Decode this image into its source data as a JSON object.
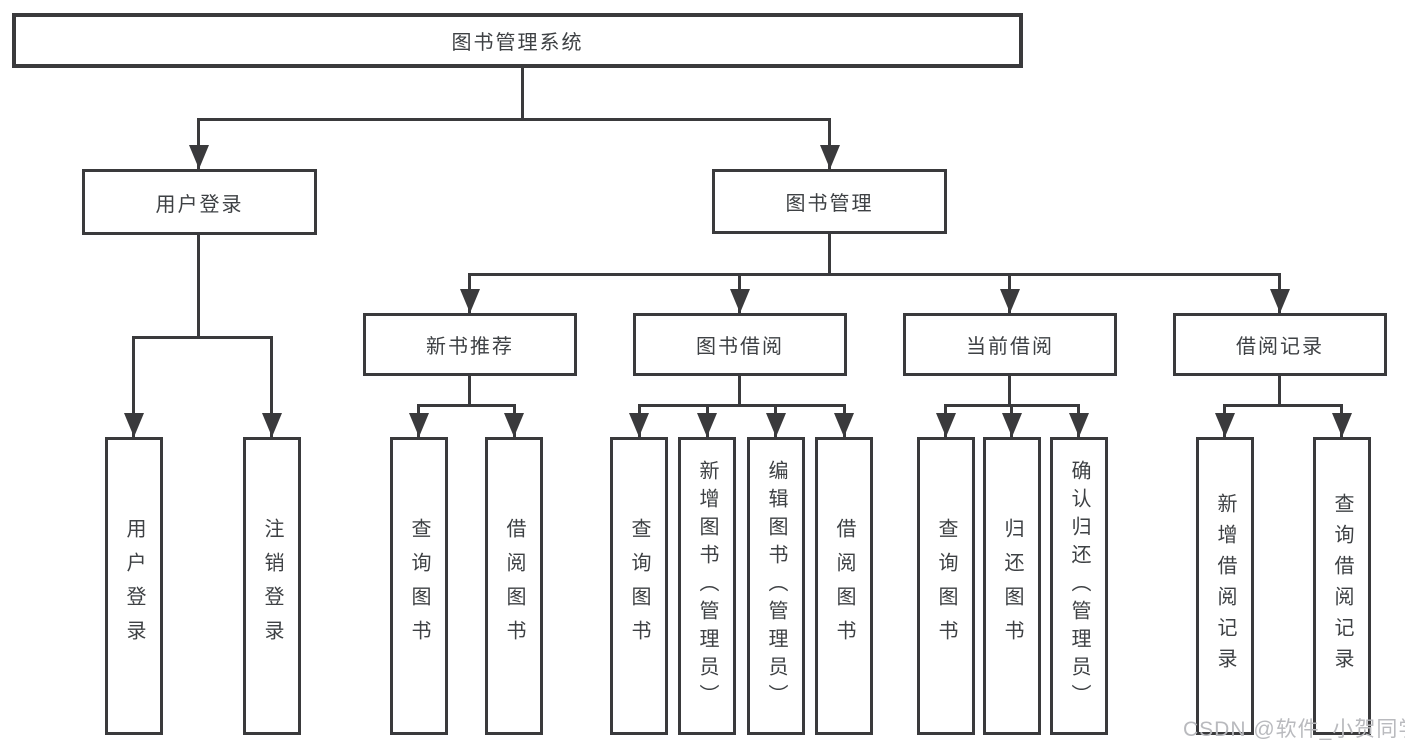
{
  "watermark": "CSDN @软件_小贺同学",
  "colors": {
    "stroke": "#3a3a3c",
    "text": "#3e4144",
    "watermark": "#b9babe",
    "background": "#ffffff"
  },
  "tree": {
    "root": {
      "label": "图书管理系统"
    },
    "children": [
      {
        "label": "用户登录",
        "children": [
          {
            "label": "用户登录"
          },
          {
            "label": "注销登录"
          }
        ]
      },
      {
        "label": "图书管理",
        "children": [
          {
            "label": "新书推荐",
            "children": [
              {
                "label": "查询图书"
              },
              {
                "label": "借阅图书"
              }
            ]
          },
          {
            "label": "图书借阅",
            "children": [
              {
                "label": "查询图书"
              },
              {
                "label": "新增图书（管理员）"
              },
              {
                "label": "编辑图书（管理员）"
              },
              {
                "label": "借阅图书"
              }
            ]
          },
          {
            "label": "当前借阅",
            "children": [
              {
                "label": "查询图书"
              },
              {
                "label": "归还图书"
              },
              {
                "label": "确认归还（管理员）"
              }
            ]
          },
          {
            "label": "借阅记录",
            "children": [
              {
                "label": "新增借阅记录"
              },
              {
                "label": "查询借阅记录"
              }
            ]
          }
        ]
      }
    ]
  }
}
